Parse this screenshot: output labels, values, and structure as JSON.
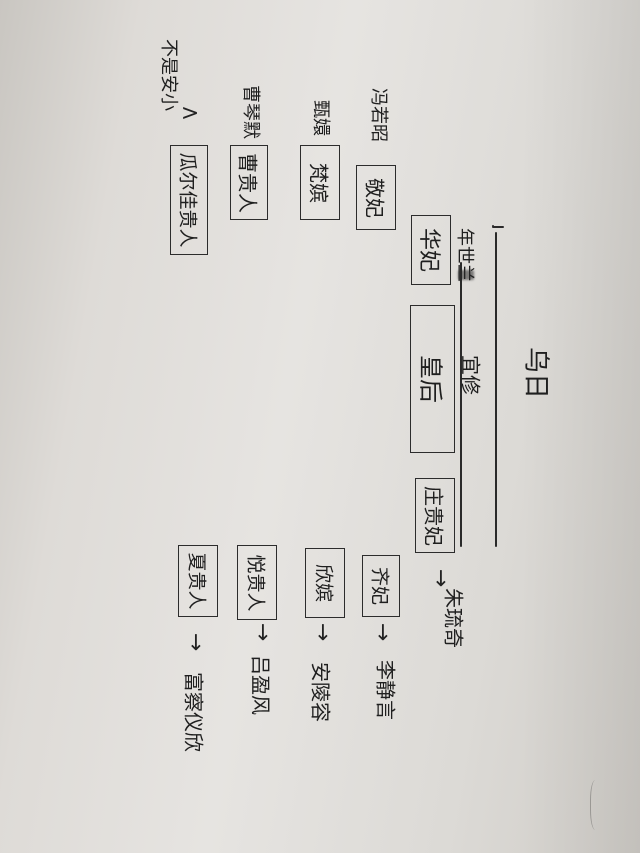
{
  "header": {
    "label": "乌日"
  },
  "center": {
    "name": "皇后",
    "title": "宜修"
  },
  "left": {
    "top_label": "年世兰",
    "huafei": "华妃",
    "jingfei": "敬妃",
    "jingfei_side": "冯若昭",
    "xiaoyuan": "梵嫔",
    "xiaoyuan_side": "甄嬛",
    "caoguiren": "曹贵人",
    "caoguiren_side": "曹琴默",
    "bottom_box": "瓜尔佳贵人",
    "bottom_side": "不是安小"
  },
  "right": {
    "zhuangfei": "庄贵妃",
    "zhuangfei_arrow_target": "朱琉奇",
    "qifei": "齐妃",
    "qifei_target": "李静言",
    "xinyuan": "欣嫔",
    "xinyuan_target": "安陵容",
    "lijieyu": "悦贵人",
    "lijieyu_target": "吕盈风",
    "dinggui": "夏贵人",
    "dinggui_target": "富察仪欣"
  }
}
